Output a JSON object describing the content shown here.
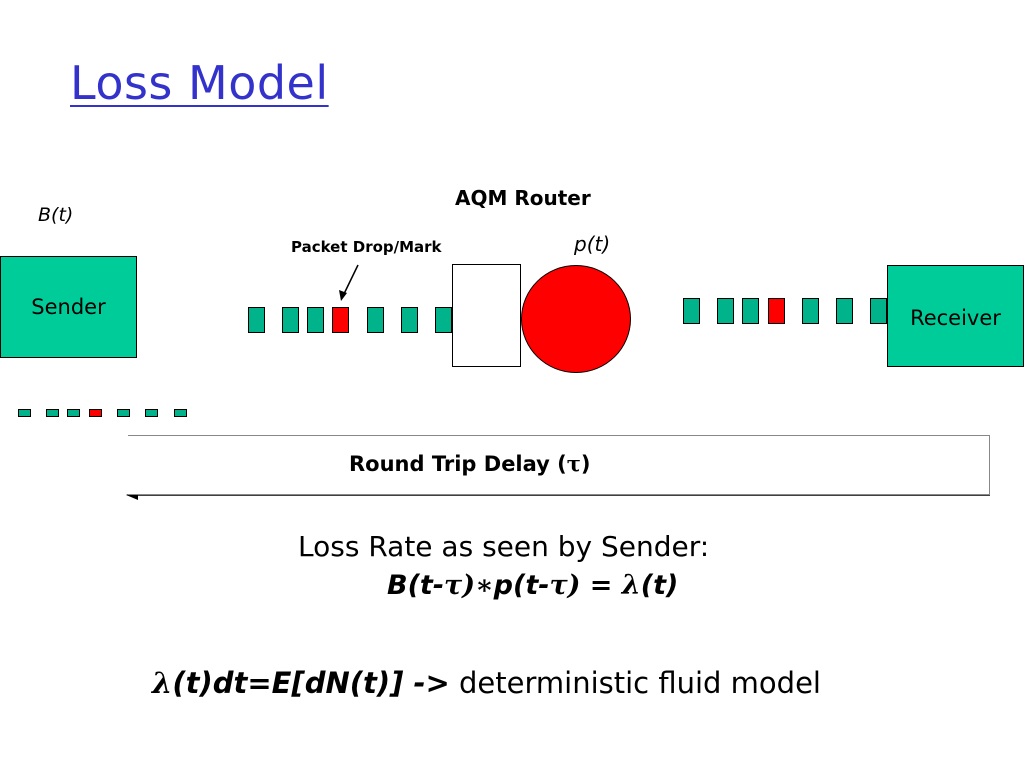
{
  "title": "Loss Model",
  "sender": {
    "label": "Sender",
    "rate": "B(t)"
  },
  "receiver": {
    "label": "Receiver"
  },
  "router": {
    "label": "AQM Router",
    "prob": "p(t)"
  },
  "drop_label": "Packet Drop/Mark",
  "rtd": {
    "prefix": "Round Trip Delay (",
    "symbol": "τ",
    "suffix": ")"
  },
  "loss_rate": {
    "heading": "Loss Rate as seen by Sender:",
    "f1": "B(t-",
    "g1": "τ)∗",
    "f2": "p(t-",
    "g2": "τ) = λ",
    "f3": "(t)"
  },
  "bottom": {
    "lambda": "λ",
    "formula": "(t)dt=E[dN(t)] ->",
    "text": "deterministic fluid model"
  },
  "colors": {
    "green": "#00cc99",
    "drop": "#ff0000",
    "title": "#3333cc"
  }
}
